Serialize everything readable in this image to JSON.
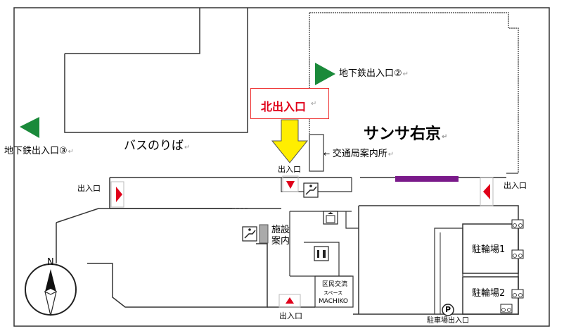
{
  "map": {
    "north_exit_label": "北出入口",
    "sansa_ukyo": "サンサ右京",
    "bus_stop": "バスのりば",
    "subway_exit_2": "地下鉄出入口②",
    "subway_exit_3": "地下鉄出入口③",
    "transport_info": "交通局案内所",
    "exit_label": "出入口",
    "facility_info_line1": "施設",
    "facility_info_line2": "案内",
    "bike_parking_1": "駐輪場1",
    "bike_parking_2": "駐輪場2",
    "community_space_line1": "区民交流",
    "community_space_line2": "スペース",
    "community_space_line3": "MACHIKO",
    "parking_exit": "駐車場出入口",
    "parking_symbol": "P",
    "compass_n": "N",
    "return_mark": "↵"
  },
  "colors": {
    "entrance_arrow": "#e0001a",
    "subway_triangle": "#1a8a3a",
    "highlight_arrow": "#ffee00",
    "bar": "#7a1a8a"
  }
}
